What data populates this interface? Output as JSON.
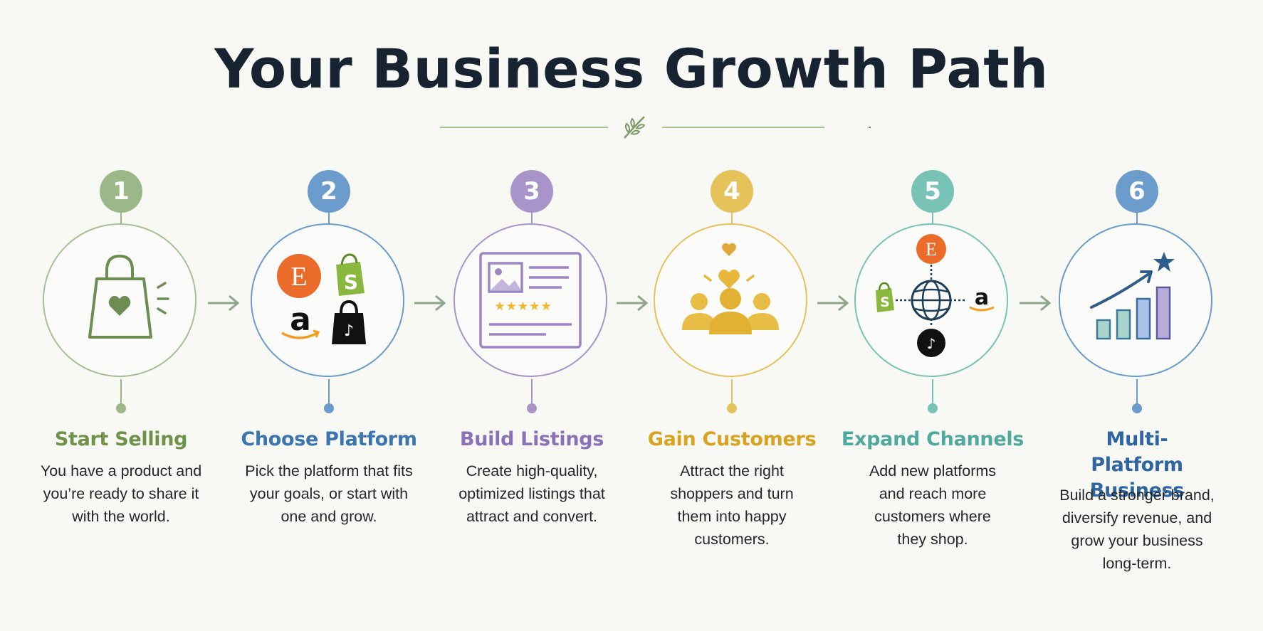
{
  "title": "Your Business Growth Path",
  "colors": {
    "step1": "#8fac74",
    "step2": "#5b8fc4",
    "step3": "#a38fc5",
    "step4": "#e0bc4b",
    "step5": "#6fbcb0",
    "step6": "#5d8dc4",
    "title_text": "#172331",
    "arrow": "#8fa68a"
  },
  "steps": [
    {
      "number": "1",
      "title": "Start Selling",
      "description": "You have a product and you’re ready to share it with the world.",
      "icon": "shopping-bag-heart-icon"
    },
    {
      "number": "2",
      "title": "Choose Platform",
      "description": "Pick the platform that fits your goals, or start with one and grow.",
      "icon": "platform-logos-icon",
      "logos": {
        "etsy": "E",
        "amazon": "a"
      }
    },
    {
      "number": "3",
      "title": "Build Listings",
      "description": "Create high-quality, optimized listings that attract and convert.",
      "icon": "listing-card-icon"
    },
    {
      "number": "4",
      "title": "Gain Customers",
      "description": "Attract the right shoppers and turn them into happy customers.",
      "icon": "customers-heart-icon"
    },
    {
      "number": "5",
      "title": "Expand Channels",
      "description": "Add new platforms and reach more customers where they shop.",
      "icon": "globe-network-icon",
      "logos": {
        "etsy": "E",
        "amazon": "a"
      }
    },
    {
      "number": "6",
      "title": "Multi-Platform Business",
      "description": "Build a stronger brand, diversify revenue, and grow your business long-term.",
      "icon": "growth-chart-icon"
    }
  ]
}
